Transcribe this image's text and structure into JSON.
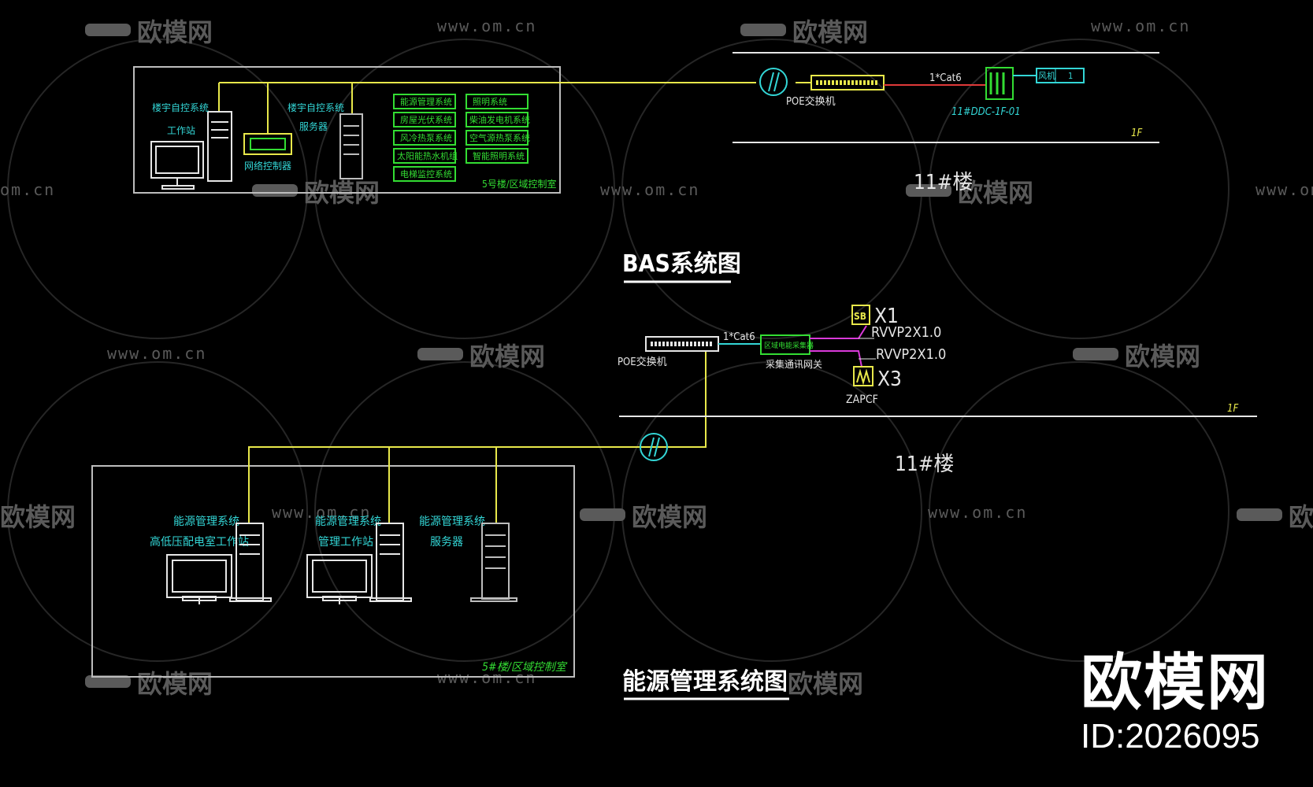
{
  "watermark": {
    "logo_text": "欧模网",
    "url": "www.om.cn",
    "url_partial": "om.cn",
    "partial_logo": "欧模网"
  },
  "bas": {
    "title": "BAS系统图",
    "room_label": "5号楼/区域控制室",
    "workstation_label_1": "楼宇自控系统",
    "workstation_label_2": "工作站",
    "server_label_1": "楼宇自控系统",
    "server_label_2": "服务器",
    "controller_label": "网络控制器",
    "subsystems_left": [
      "能源管理系统",
      "房屋光伏系统",
      "风冷热泵系统",
      "太阳能热水机组",
      "电梯监控系统"
    ],
    "subsystems_right": [
      "照明系统",
      "柴油发电机系统",
      "空气源热泵系统",
      "智能照明系统"
    ],
    "switch_label": "POE交换机",
    "cable_label": "1*Cat6",
    "ddc_label": "11#DDC-1F-01",
    "fan_label": "风机",
    "fan_count": "1",
    "floor_label": "1F",
    "building_label": "11#楼"
  },
  "ems": {
    "title": "能源管理系统图",
    "room_label": "5#楼/区域控制室",
    "station1_label_1": "能源管理系统",
    "station1_label_2": "高低压配电室工作站",
    "station2_label_1": "能源管理系统",
    "station2_label_2": "管理工作站",
    "server_label_1": "能源管理系统",
    "server_label_2": "服务器",
    "switch_label": "POE交换机",
    "cable_label": "1*Cat6",
    "collector_label": "采集通讯网关",
    "collector_inner": "区域电能采集器",
    "device1_icon": "SB",
    "device1_tag": "X1",
    "device3_icon": "ZAPCF",
    "device3_tag": "X3",
    "cable1": "RVVP2X1.0",
    "cable2": "RVVP2X1.0",
    "device3_label": "ZAPCF",
    "floor_label": "1F",
    "building_label": "11#楼"
  },
  "brand": {
    "name": "欧模网",
    "id": "ID:2026095"
  },
  "colors": {
    "line_yellow": "#e8e84a",
    "cad_green": "#33dd33",
    "cad_cyan": "#33d6d6",
    "cad_white": "#e6e6e6",
    "cad_red": "#e03a3a",
    "cad_magenta": "#d93ad9",
    "watermark": "#5a5a5a"
  }
}
